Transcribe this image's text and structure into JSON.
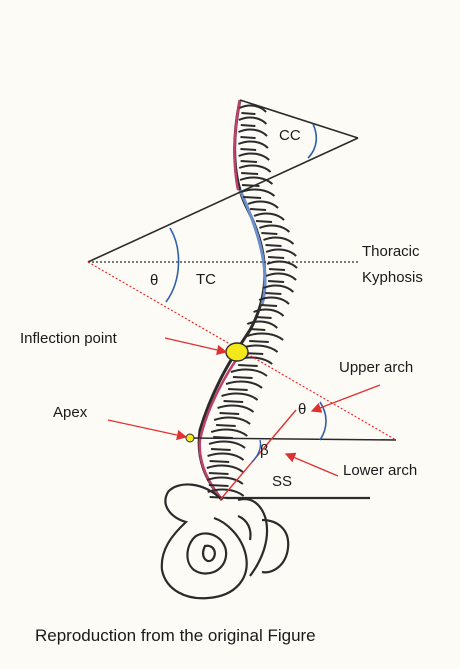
{
  "labels": {
    "cc": "CC",
    "theta_thoracic": "θ",
    "tc": "TC",
    "thoracic_kyphosis_line1": "Thoracic",
    "thoracic_kyphosis_line2": "Kyphosis",
    "inflection_point": "Inflection point",
    "upper_arch": "Upper arch",
    "theta_lumbar": "θ",
    "apex": "Apex",
    "beta": "β",
    "lower_arch": "Lower arch",
    "ss": "SS"
  },
  "caption": "Reproduction from the original Figure",
  "colors": {
    "background": "#fdfbf6",
    "ink": "#2b2b2b",
    "red_line": "#e03030",
    "arc_blue": "#2f5fa8",
    "spine_blue": "#6b8fc8",
    "spine_red": "#c0406a",
    "marker_yellow": "#f2e81a"
  }
}
